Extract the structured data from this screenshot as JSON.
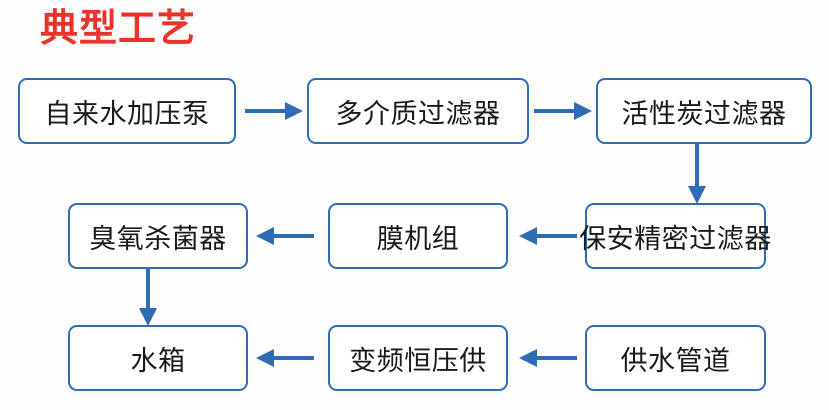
{
  "title": "典型工艺",
  "colors": {
    "title": "#e8342a",
    "box_border": "#2e6db4",
    "arrow": "#2e6db4",
    "box_fill": "#ffffff",
    "text": "#1a1a1a",
    "background": "#fdfdfd"
  },
  "chart_data": {
    "type": "diagram",
    "title": "典型工艺",
    "nodes": [
      {
        "id": "n1",
        "label": "自来水加压泵",
        "row": 1,
        "col": 1
      },
      {
        "id": "n2",
        "label": "多介质过滤器",
        "row": 1,
        "col": 2
      },
      {
        "id": "n3",
        "label": "活性炭过滤器",
        "row": 1,
        "col": 3
      },
      {
        "id": "n4",
        "label": "保安精密过滤器",
        "row": 2,
        "col": 3
      },
      {
        "id": "n5",
        "label": "膜机组",
        "row": 2,
        "col": 2
      },
      {
        "id": "n6",
        "label": "臭氧杀菌器",
        "row": 2,
        "col": 1
      },
      {
        "id": "n7",
        "label": "水箱",
        "row": 3,
        "col": 1
      },
      {
        "id": "n8",
        "label": "变频恒压供",
        "row": 3,
        "col": 2
      },
      {
        "id": "n9",
        "label": "供水管道",
        "row": 3,
        "col": 3
      }
    ],
    "edges": [
      {
        "from": "n1",
        "to": "n2",
        "direction": "right"
      },
      {
        "from": "n2",
        "to": "n3",
        "direction": "right"
      },
      {
        "from": "n3",
        "to": "n4",
        "direction": "down"
      },
      {
        "from": "n4",
        "to": "n5",
        "direction": "left"
      },
      {
        "from": "n5",
        "to": "n6",
        "direction": "left"
      },
      {
        "from": "n6",
        "to": "n7",
        "direction": "down"
      },
      {
        "from": "n9",
        "to": "n8",
        "direction": "left"
      },
      {
        "from": "n8",
        "to": "n7",
        "direction": "left"
      }
    ]
  },
  "nodes": {
    "n1": "自来水加压泵",
    "n2": "多介质过滤器",
    "n3": "活性炭过滤器",
    "n4": "保安精密过滤器",
    "n5": "膜机组",
    "n6": "臭氧杀菌器",
    "n7": "水箱",
    "n8": "变频恒压供",
    "n9": "供水管道"
  }
}
